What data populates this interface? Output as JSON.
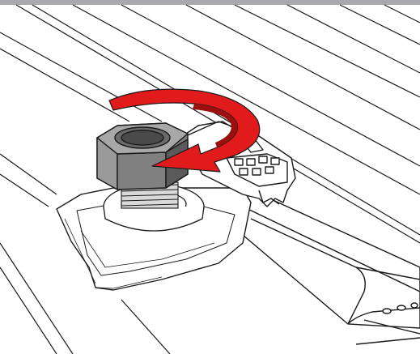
{
  "image": {
    "subject": "nut-tightening-on-rail-clamp",
    "rotation_direction": "clockwise",
    "line_art_style": "black-outline-on-white",
    "colors": {
      "background": "#ffffff",
      "outline": "#1a1a1a",
      "top_band": "#a9a9ad",
      "arrow_fill": "#e11b1b",
      "arrow_shadow": "#9c0f0f",
      "nut_face_light": "#8a8a8a",
      "nut_face_dark": "#555555",
      "nut_top": "#9b9b9b",
      "bolt_thread": "#d9d9d9"
    },
    "icons": [
      "rotate-clockwise-arrow-icon",
      "hex-nut-icon"
    ]
  }
}
